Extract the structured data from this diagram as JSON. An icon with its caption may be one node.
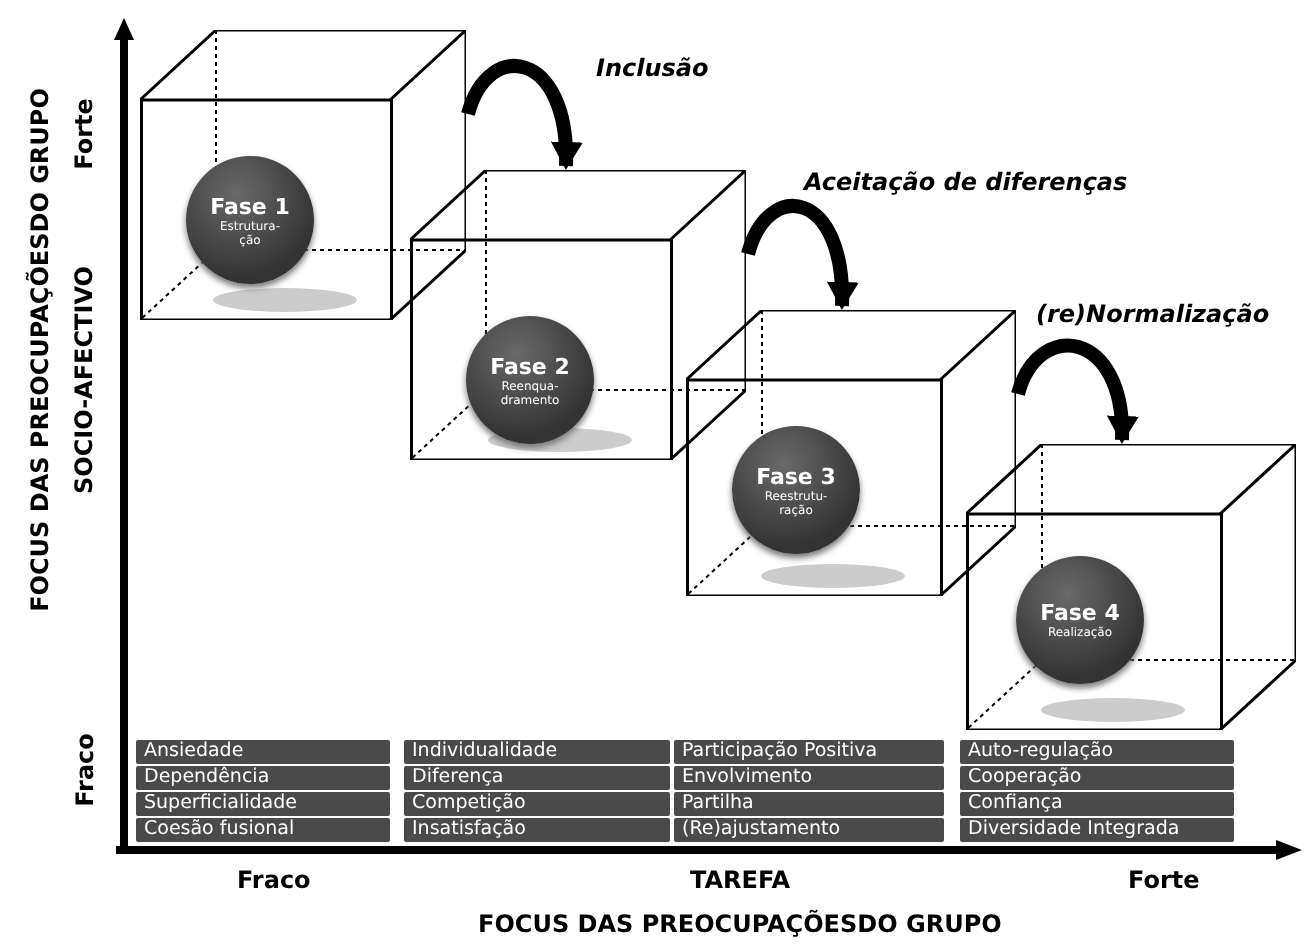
{
  "diagram": {
    "nodes": [
      {
        "text": [],
        "shape": "cube"
      },
      {
        "text": [
          "Fase 1",
          "Estrutura- ção"
        ],
        "in": 0
      },
      {
        "text": [],
        "shape": "cube"
      },
      {
        "text": [
          "Fase 2",
          "Reenqua- dramento"
        ],
        "in": 2
      },
      {
        "text": [],
        "shape": "cube"
      },
      {
        "text": [
          "Fase 3",
          "Reestrutu- ração"
        ],
        "in": 4
      },
      {
        "text": [],
        "shape": "cube"
      },
      {
        "text": [
          "Fase 4",
          "Realização"
        ],
        "in": 6
      },
      {
        "text": [
          "Ansiedade"
        ]
      },
      {
        "text": [
          "Dependência"
        ]
      },
      {
        "text": [
          "Superficialidade"
        ]
      },
      {
        "text": [
          "Coesão fusional"
        ]
      },
      {
        "text": [
          "Individualidade"
        ]
      },
      {
        "text": [
          "Diferença"
        ]
      },
      {
        "text": [
          "Competição"
        ]
      },
      {
        "text": [
          "Insatisfação"
        ]
      },
      {
        "text": [
          "Participação Positiva"
        ]
      },
      {
        "text": [
          "Envolvimento"
        ]
      },
      {
        "text": [
          "Partilha"
        ]
      },
      {
        "text": [
          "(Re)ajustamento"
        ]
      },
      {
        "text": [
          "Auto-regulação"
        ]
      },
      {
        "text": [
          "Cooperação"
        ]
      },
      {
        "text": [
          "Confiança"
        ]
      },
      {
        "text": [
          "Diversidade Integrada"
        ]
      }
    ],
    "edges": [
      {
        "from": 0,
        "to": 2,
        "arrow": "to",
        "label": "Inclusão"
      },
      {
        "from": 2,
        "to": 4,
        "arrow": "to",
        "label": "Aceitação de diferenças"
      },
      {
        "from": 4,
        "to": 6,
        "arrow": "to",
        "label": "(re)Normalização"
      }
    ],
    "labels": [
      "FOCUS DAS PREOCUPAÇÕESDO GRUPO",
      "SOCIO-AFECTIVO",
      "Forte",
      "Fraco",
      "Fraco",
      "TAREFA",
      "Forte",
      "FOCUS DAS PREOCUPAÇÕESDO GRUPO"
    ]
  }
}
